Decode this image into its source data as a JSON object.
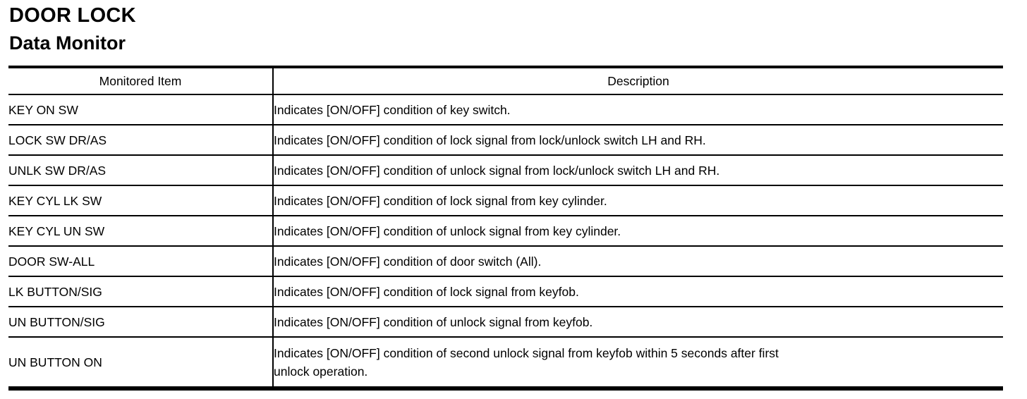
{
  "page": {
    "title": "DOOR LOCK",
    "subtitle": "Data Monitor"
  },
  "table": {
    "headers": {
      "monitored_item": "Monitored Item",
      "description": "Description"
    },
    "rows": [
      {
        "item": "KEY ON SW",
        "description": "Indicates [ON/OFF] condition of key switch."
      },
      {
        "item": "LOCK SW DR/AS",
        "description": "Indicates [ON/OFF] condition of lock signal from lock/unlock switch LH and RH."
      },
      {
        "item": "UNLK SW DR/AS",
        "description": "Indicates [ON/OFF] condition of unlock signal from lock/unlock switch LH and RH."
      },
      {
        "item": "KEY CYL LK SW",
        "description": "Indicates [ON/OFF] condition of lock signal from key cylinder."
      },
      {
        "item": "KEY CYL UN SW",
        "description": "Indicates [ON/OFF] condition of unlock signal from key cylinder."
      },
      {
        "item": "DOOR SW-ALL",
        "description": "Indicates [ON/OFF] condition of door switch (All)."
      },
      {
        "item": "LK BUTTON/SIG",
        "description": "Indicates [ON/OFF] condition of lock signal from keyfob."
      },
      {
        "item": "UN BUTTON/SIG",
        "description": "Indicates [ON/OFF] condition of unlock signal from keyfob."
      },
      {
        "item": "UN BUTTON ON",
        "description": "Indicates [ON/OFF] condition of second unlock signal from keyfob within 5 seconds after first\nunlock operation."
      }
    ]
  },
  "colors": {
    "text": "#000000",
    "background": "#ffffff",
    "border": "#000000"
  }
}
